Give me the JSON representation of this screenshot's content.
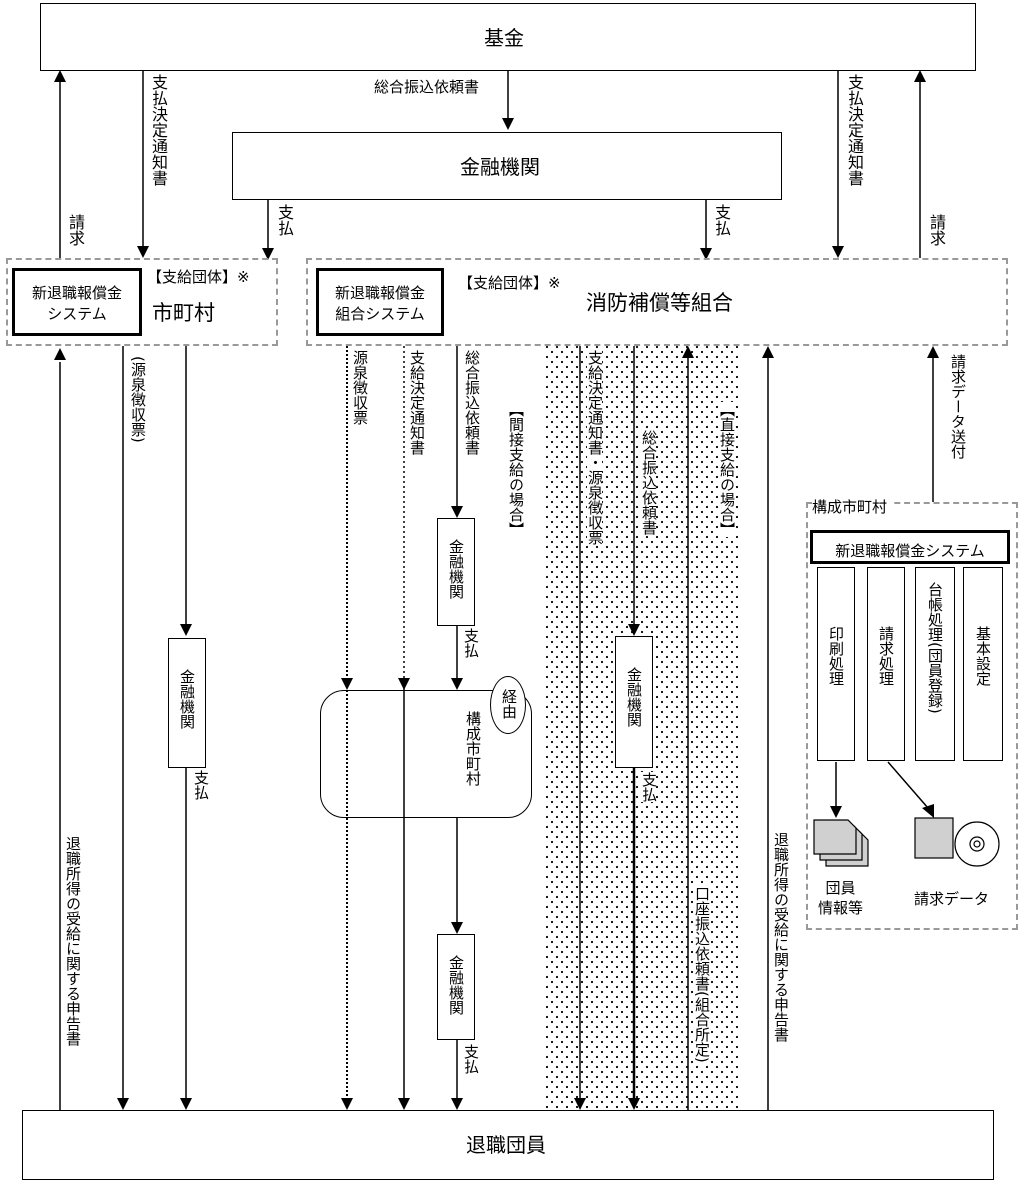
{
  "top": {
    "fund": "基金",
    "bank": "金融機関"
  },
  "left_top": {
    "notice": "支払決定通知書",
    "claim": "請求",
    "transfer_request": "総合振込依頼書",
    "pay_left": "支払",
    "pay_right": "支払",
    "notice_right": "支払決定通知書",
    "claim_right": "請求"
  },
  "municipality": {
    "system": [
      "新退職報償金",
      "システム"
    ],
    "header": "【支給団体】※",
    "name": "市町村",
    "withholding": "(源泉徴収票)",
    "bank": "金融機関",
    "pay": "支払",
    "declaration": "退職所得の受給に関する申告書"
  },
  "union": {
    "system": [
      "新退職報償金",
      "組合システム"
    ],
    "header": "【支給団体】※",
    "name": "消防補償等組合",
    "indirect": {
      "title": "【間接支給の場合】",
      "withholding": "源泉徴収票",
      "notice": "支給決定通知書",
      "transfer_request": "総合振込依頼書",
      "bank": "金融機関",
      "pay": "支払",
      "via": "経由",
      "member_muni": "構成市町村",
      "bank2": "金融機関",
      "pay2": "支払"
    },
    "direct": {
      "title": "【直接支給の場合】",
      "notice_withholding": "支給決定通知書・源泉徴収票",
      "transfer_request": "総合振込依頼書",
      "bank": "金融機関",
      "pay": "支払",
      "account_transfer": "口座振込依頼書(組合所定)"
    },
    "declaration": "退職所得の受給に関する申告書",
    "claim_data_send": "請求データ送付"
  },
  "member_panel": {
    "title": "構成市町村",
    "system": "新退職報償金システム",
    "functions": [
      "印刷処理",
      "請求処理",
      "台帳処理(団員登録)",
      "基本設定"
    ],
    "outputs": {
      "docs": [
        "団員",
        "情報等"
      ],
      "data": "請求データ"
    }
  },
  "bottom": {
    "members": "退職団員"
  }
}
